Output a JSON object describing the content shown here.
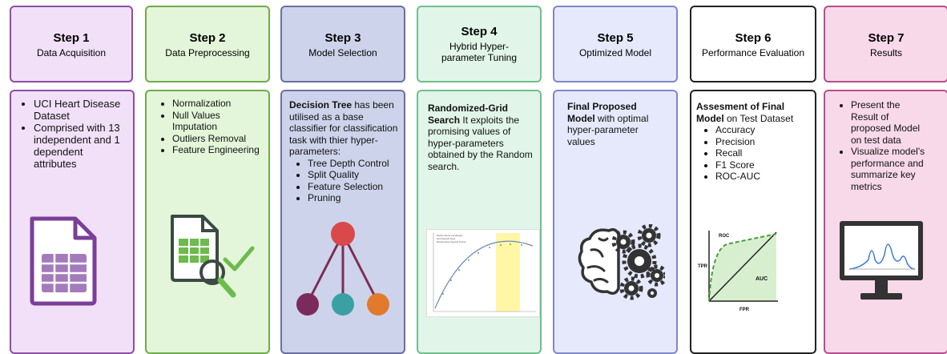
{
  "colors": {
    "step1": {
      "border": "#8b4fa6",
      "fill": "#f1e0f8"
    },
    "step2": {
      "border": "#6fab4b",
      "fill": "#e3f6d9"
    },
    "step3": {
      "border": "#6b6fa3",
      "fill": "#cdd3ea"
    },
    "step4": {
      "border": "#6fbf8d",
      "fill": "#e1f5e8"
    },
    "step5": {
      "border": "#7f88c7",
      "fill": "#e5e9fb"
    },
    "step6": {
      "border": "#222222",
      "fill": "#ffffff"
    },
    "step7": {
      "border": "#b64e8c",
      "fill": "#f8d9ea"
    }
  },
  "steps": [
    {
      "step": "Step 1",
      "title": "Data Acquisition",
      "bullets": [
        "UCI Heart Disease Dataset",
        "Comprised with 13 independent and 1 dependent attributes"
      ],
      "icon": "spreadsheet-file-icon"
    },
    {
      "step": "Step 2",
      "title": "Data Preprocessing",
      "bullets": [
        "Normalization",
        "Null Values Imputation",
        "Outliers Removal",
        "Feature Engineering"
      ],
      "icon": "data-check-icon"
    },
    {
      "step": "Step 3",
      "title": "Model Selection",
      "lead_bold": "Decision Tree",
      "lead_text": " has been utilised as a base classifier for classification task with thier hyper-parameters:",
      "bullets": [
        "Tree Depth Control",
        "Split Quality",
        "Feature Selection",
        "Pruning"
      ],
      "icon": "tree-diagram-icon"
    },
    {
      "step": "Step 4",
      "title": "Hybrid Hyper-parameter Tuning",
      "lead_bold": "Randomized-Grid Search",
      "lead_text": " It exploits the promising values of hyper-parameters obtained by the Random search.",
      "icon": "tuning-curve-icon",
      "plot_legend": [
        "Performance Landscape",
        "Grid Search Area",
        "Randomized Search Points"
      ]
    },
    {
      "step": "Step 5",
      "title": "Optimized Model",
      "lead_bold": "Final Proposed Model",
      "lead_text": " with optimal hyper-parameter values",
      "icon": "brain-gears-icon"
    },
    {
      "step": "Step 6",
      "title": "Performance Evaluation",
      "lead_bold": "Assesment of Final Model",
      "lead_text": " on Test Dataset",
      "bullets": [
        "Accuracy",
        "Precision",
        "Recall",
        "F1 Score",
        "ROC-AUC"
      ],
      "icon": "roc-curve-icon",
      "roc": {
        "roc": "ROC",
        "tpr": "TPR",
        "fpr": "FPR",
        "auc": "AUC"
      }
    },
    {
      "step": "Step 7",
      "title": "Results",
      "bullets": [
        "Present the Result of proposed Model on test data",
        "Visualize model's performance and summarize key metrics"
      ],
      "icon": "monitor-chart-icon"
    }
  ]
}
